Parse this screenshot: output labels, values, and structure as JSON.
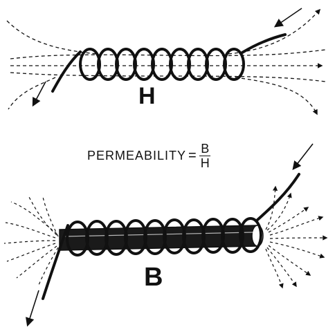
{
  "top_figure": {
    "label": "H"
  },
  "equation": {
    "left": "PERMEABILITY",
    "equals": "=",
    "numerator": "B",
    "denominator": "H"
  },
  "bottom_figure": {
    "label": "B"
  },
  "colors": {
    "ink": "#111111",
    "paper": "#ffffff",
    "core": "#1a1a1a"
  }
}
